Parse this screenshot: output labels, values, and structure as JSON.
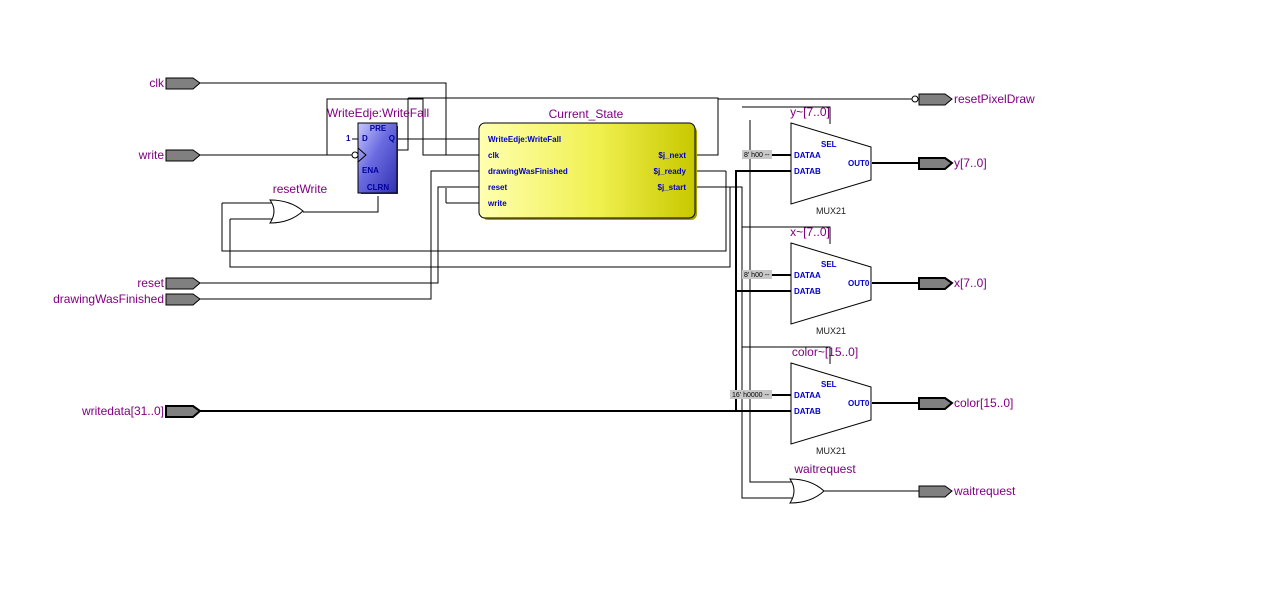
{
  "colors": {
    "label": "#800080",
    "port_fill": "#7f7f7f",
    "ff_fill": "#6666dd",
    "state_fill": "#e0e040",
    "pin_text": "#0000c8"
  },
  "inputs": {
    "clk": "clk",
    "write": "write",
    "reset": "reset",
    "drawing_was_finished": "drawingWasFinished",
    "writedata": "writedata[31..0]"
  },
  "outputs": {
    "reset_pixel_draw": "resetPixelDraw",
    "y": "y[7..0]",
    "x": "x[7..0]",
    "color": "color[15..0]",
    "waitrequest": "waitrequest"
  },
  "flipflop": {
    "name": "WriteEdje:WriteFall",
    "pre": "PRE",
    "d": "D",
    "q": "Q",
    "ena": "ENA",
    "clrn": "CLRN",
    "one": "1"
  },
  "gates": {
    "reset_write": "resetWrite",
    "waitrequest": "waitrequest"
  },
  "state_machine": {
    "name": "Current_State",
    "inputs": [
      "WriteEdje:WriteFall",
      "clk",
      "drawingWasFinished",
      "reset",
      "write"
    ],
    "outputs": [
      "$j_next",
      "$j_ready",
      "$j_start"
    ]
  },
  "muxes": [
    {
      "name": "y~[7..0]",
      "const": "8' h00 --",
      "sel": "SEL",
      "data_a": "DATAA",
      "data_b": "DATAB",
      "out": "OUT0",
      "type": "MUX21"
    },
    {
      "name": "x~[7..0]",
      "const": "8' h00 --",
      "sel": "SEL",
      "data_a": "DATAA",
      "data_b": "DATAB",
      "out": "OUT0",
      "type": "MUX21"
    },
    {
      "name": "color~[15..0]",
      "const": "16' h0000 --",
      "sel": "SEL",
      "data_a": "DATAA",
      "data_b": "DATAB",
      "out": "OUT0",
      "type": "MUX21"
    }
  ]
}
